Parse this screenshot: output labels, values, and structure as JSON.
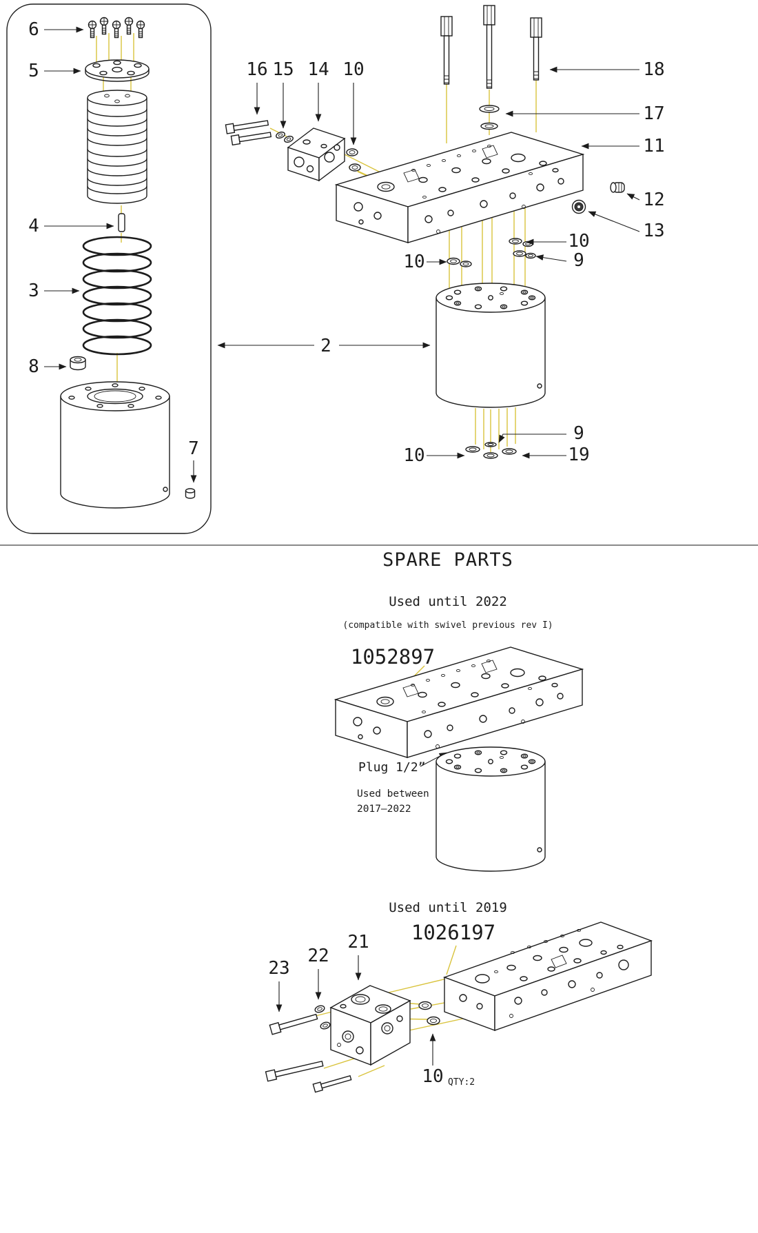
{
  "colors": {
    "line": "#1c1c1c",
    "leader": "#d9c33c",
    "background": "#ffffff"
  },
  "main_view": {
    "callouts": {
      "n6": "6",
      "n5": "5",
      "n4": "4",
      "n3": "3",
      "n8": "8",
      "n7": "7",
      "n16": "16",
      "n15": "15",
      "n14": "14",
      "n10_top": "10",
      "n18": "18",
      "n17": "17",
      "n11": "11",
      "n12": "12",
      "n13": "13",
      "n10_right": "10",
      "n9_right": "9",
      "n10_left": "10",
      "n2": "2",
      "n9_bottom": "9",
      "n10_bottom": "10",
      "n19": "19"
    }
  },
  "spare_parts": {
    "title": "SPARE PARTS",
    "until_2022": {
      "heading": "Used until 2022",
      "note": "(compatible with swivel previous rev I)",
      "part_number": "1052897",
      "plug_label": "Plug 1/2”",
      "used_between_line1": "Used between",
      "used_between_line2": "2017–2022"
    },
    "until_2019": {
      "heading": "Used until 2019",
      "part_number": "1026197",
      "callouts": {
        "n23": "23",
        "n22": "22",
        "n21": "21",
        "n10": "10"
      },
      "qty": "QTY:2"
    }
  }
}
